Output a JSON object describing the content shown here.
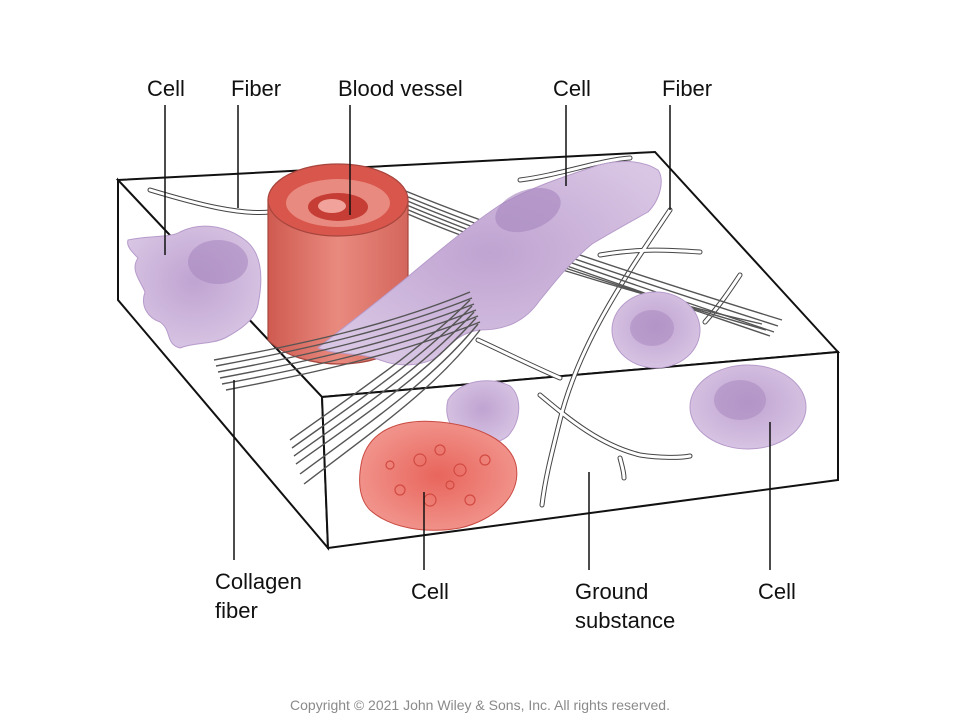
{
  "labels": {
    "top_cell_left": "Cell",
    "top_fiber_left": "Fiber",
    "top_blood_vessel": "Blood vessel",
    "top_cell_right": "Cell",
    "top_fiber_right": "Fiber",
    "collagen_fiber_line1": "Collagen",
    "collagen_fiber_line2": "fiber",
    "bottom_cell_center": "Cell",
    "ground_substance_line1": "Ground",
    "ground_substance_line2": "substance",
    "bottom_cell_right": "Cell"
  },
  "copyright": "Copyright © 2021 John Wiley & Sons, Inc. All rights reserved.",
  "colors": {
    "vessel": "#e2766a",
    "vessel_inner": "#c7463f",
    "cell_purple": "#c9aed8",
    "cell_nucleus": "#9a7bb5",
    "cell_red": "#ec7d74",
    "fiber_stroke": "#444444",
    "line": "#111111"
  }
}
